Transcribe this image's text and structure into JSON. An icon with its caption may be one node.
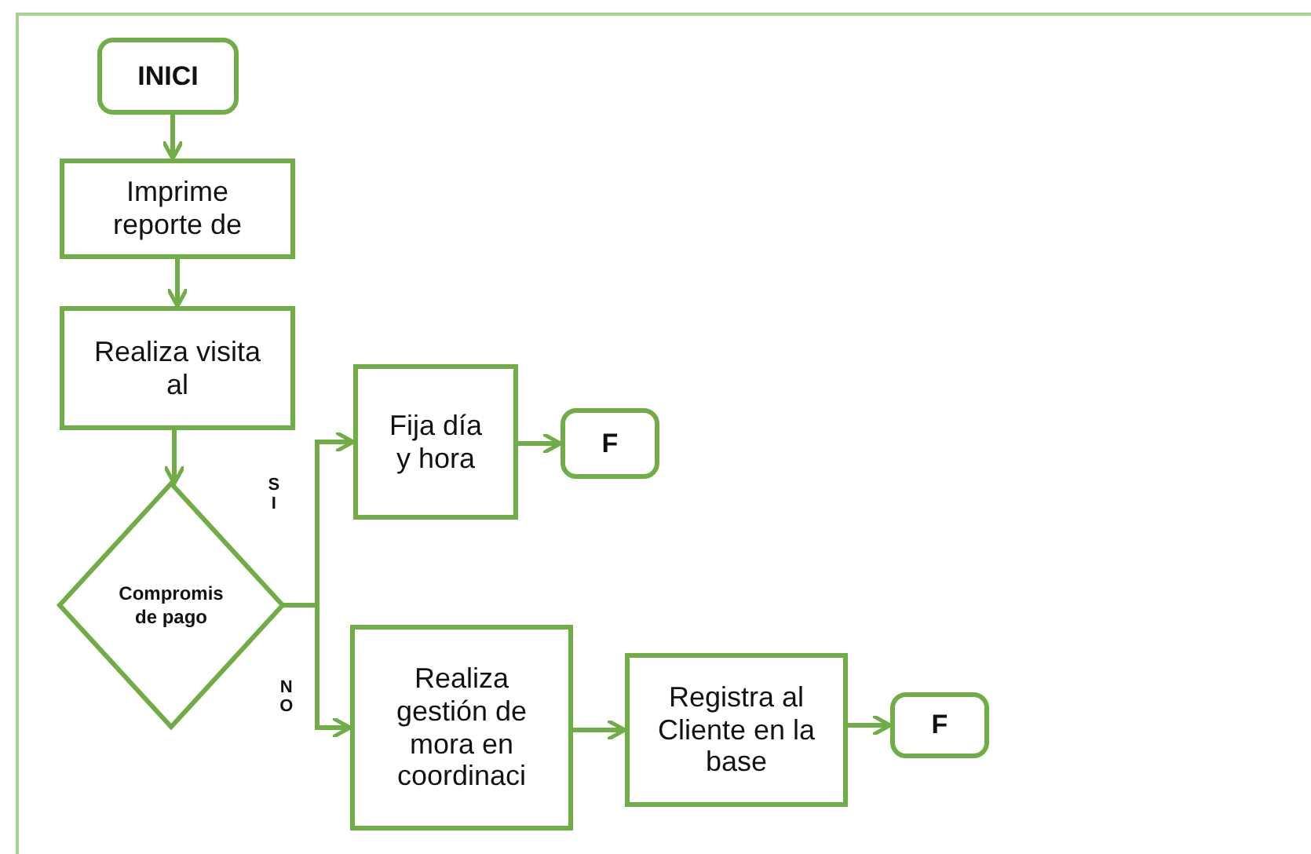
{
  "diagram": {
    "nodes": [
      {
        "text": [
          "INICI"
        ]
      },
      {
        "text": [
          "Imprime reporte de"
        ]
      },
      {
        "text": [
          "Realiza visita al"
        ]
      },
      {
        "text": [
          "Compromis de pago"
        ]
      },
      {
        "text": [
          "Fija día y hora"
        ]
      },
      {
        "text": [
          "F"
        ]
      },
      {
        "text": [
          "Realiza gestión de mora en coordinaci"
        ]
      },
      {
        "text": [
          "Registra al Cliente en la base"
        ]
      },
      {
        "text": [
          "F"
        ]
      }
    ],
    "edges": [
      {
        "from": 0,
        "to": 1,
        "arrow": "to"
      },
      {
        "from": 1,
        "to": 2,
        "arrow": "to"
      },
      {
        "from": 2,
        "to": 3,
        "arrow": "to"
      },
      {
        "from": 3,
        "to": 4,
        "arrow": "to",
        "label": "SI"
      },
      {
        "from": 4,
        "to": 5,
        "arrow": "to"
      },
      {
        "from": 3,
        "to": 6,
        "arrow": "to",
        "label": "NO"
      },
      {
        "from": 6,
        "to": 7,
        "arrow": "to"
      },
      {
        "from": 7,
        "to": 8,
        "arrow": "to"
      }
    ]
  }
}
